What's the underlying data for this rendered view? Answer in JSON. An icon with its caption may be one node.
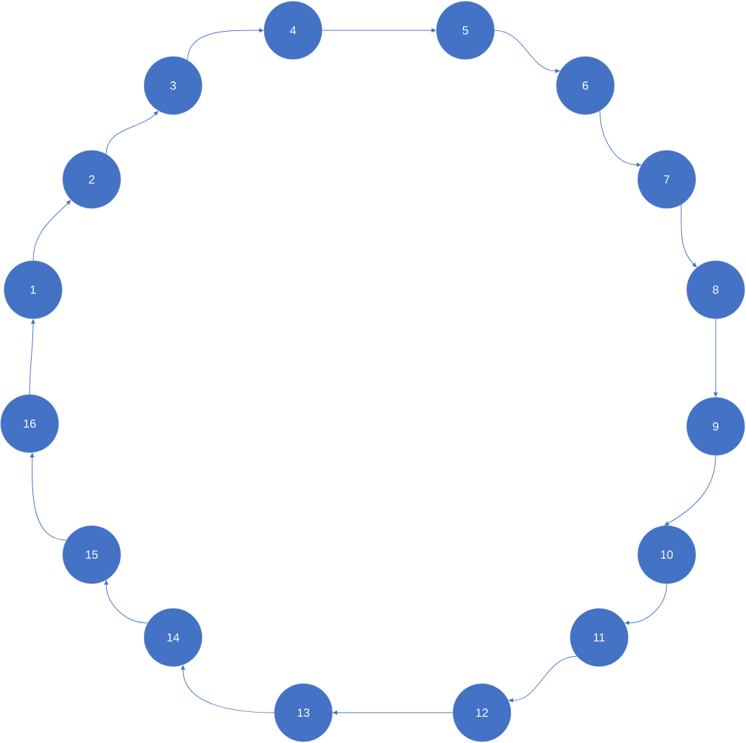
{
  "diagram": {
    "nodes": [
      {
        "text": [
          "1"
        ]
      },
      {
        "text": [
          "2"
        ]
      },
      {
        "text": [
          "3"
        ]
      },
      {
        "text": [
          "4"
        ]
      },
      {
        "text": [
          "5"
        ]
      },
      {
        "text": [
          "6"
        ]
      },
      {
        "text": [
          "7"
        ]
      },
      {
        "text": [
          "8"
        ]
      },
      {
        "text": [
          "9"
        ]
      },
      {
        "text": [
          "10"
        ]
      },
      {
        "text": [
          "11"
        ]
      },
      {
        "text": [
          "12"
        ]
      },
      {
        "text": [
          "13"
        ]
      },
      {
        "text": [
          "14"
        ]
      },
      {
        "text": [
          "15"
        ]
      },
      {
        "text": [
          "16"
        ]
      }
    ],
    "edges": [
      {
        "from": 0,
        "to": 1,
        "arrow": "to"
      },
      {
        "from": 1,
        "to": 2,
        "arrow": "to"
      },
      {
        "from": 2,
        "to": 3,
        "arrow": "to"
      },
      {
        "from": 3,
        "to": 4,
        "arrow": "to"
      },
      {
        "from": 4,
        "to": 5,
        "arrow": "to"
      },
      {
        "from": 5,
        "to": 6,
        "arrow": "to"
      },
      {
        "from": 6,
        "to": 7,
        "arrow": "to"
      },
      {
        "from": 7,
        "to": 8,
        "arrow": "to"
      },
      {
        "from": 8,
        "to": 9,
        "arrow": "to"
      },
      {
        "from": 9,
        "to": 10,
        "arrow": "to"
      },
      {
        "from": 10,
        "to": 11,
        "arrow": "to"
      },
      {
        "from": 11,
        "to": 12,
        "arrow": "to"
      },
      {
        "from": 12,
        "to": 13,
        "arrow": "to"
      },
      {
        "from": 13,
        "to": 14,
        "arrow": "to"
      },
      {
        "from": 14,
        "to": 15,
        "arrow": "to"
      },
      {
        "from": 15,
        "to": 0,
        "arrow": "to"
      }
    ]
  }
}
